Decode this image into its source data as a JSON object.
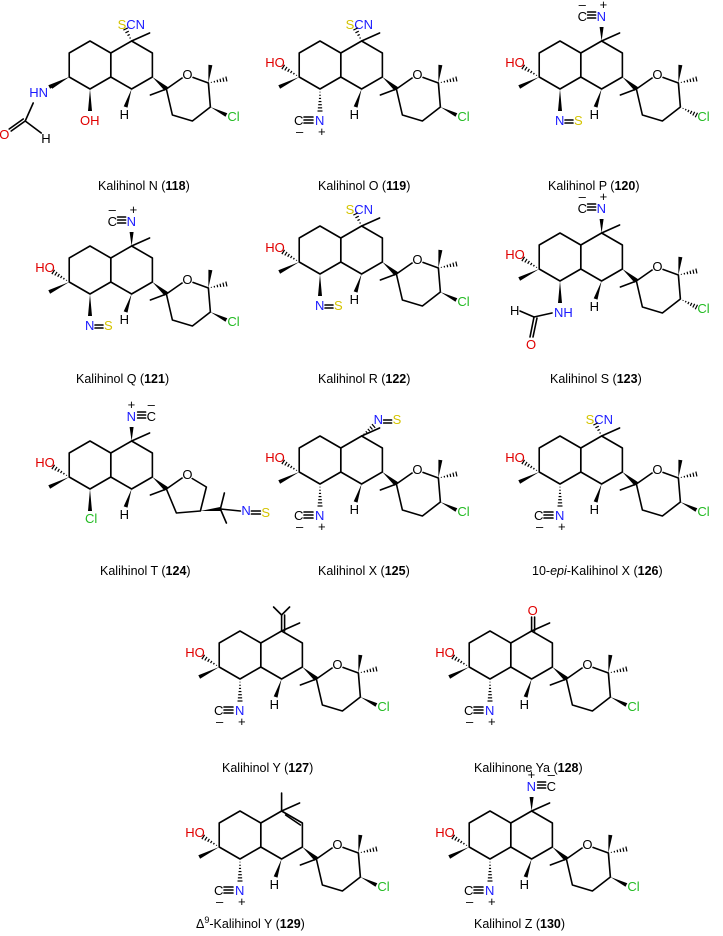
{
  "colors": {
    "bond": "#000000",
    "oxygen": "#e00000",
    "nitrogen": "#1a1aff",
    "sulfur": "#d4c400",
    "chlorine": "#22bb22"
  },
  "compounds": [
    {
      "prefix": "Kalihinol N (",
      "number": "118",
      "suffix": ")",
      "top_group": "SCN",
      "n_sub": "HN / CHO",
      "oh": "OH",
      "cl": "Cl",
      "h": "H",
      "ring_o": "O"
    },
    {
      "prefix": "Kalihinol O (",
      "number": "119",
      "suffix": ")",
      "top_group": "SCN",
      "oh": "HO",
      "n_sub": "NC",
      "cl": "Cl",
      "h": "H",
      "ring_o": "O"
    },
    {
      "prefix": "Kalihinol P (",
      "number": "120",
      "suffix": ")",
      "top_group": "NC",
      "oh": "HO",
      "n_sub": "NCS",
      "cl": "Cl",
      "h": "H",
      "ring_o": "O"
    },
    {
      "prefix": "Kalihinol Q (",
      "number": "121",
      "suffix": ")",
      "top_group": "NC",
      "oh": "HO",
      "n_sub": "NCS",
      "cl": "Cl",
      "h": "H",
      "ring_o": "O"
    },
    {
      "prefix": "Kalihinol R (",
      "number": "122",
      "suffix": ")",
      "top_group": "SCN",
      "oh": "HO",
      "n_sub": "NCS",
      "cl": "Cl",
      "h": "H",
      "ring_o": "O"
    },
    {
      "prefix": "Kalihinol S (",
      "number": "123",
      "suffix": ")",
      "top_group": "NC",
      "oh": "HO",
      "n_sub": "NHCHO",
      "cl": "Cl",
      "h": "H",
      "ring_o": "O"
    },
    {
      "prefix": "Kalihinol T (",
      "number": "124",
      "suffix": ")",
      "top_group": "NC",
      "oh": "HO",
      "n_sub": "Cl",
      "side": "NCS",
      "h": "H",
      "ring_o": "O"
    },
    {
      "prefix": "Kalihinol X (",
      "number": "125",
      "suffix": ")",
      "top_group": "NCS",
      "oh": "HO",
      "n_sub": "NC",
      "cl": "Cl",
      "h": "H",
      "ring_o": "O"
    },
    {
      "prefix": "10-",
      "italic": "epi",
      "prefix2": "-Kalihinol X (",
      "number": "126",
      "suffix": ")",
      "top_group": "SCN",
      "oh": "HO",
      "n_sub": "NC",
      "cl": "Cl",
      "h": "H",
      "ring_o": "O"
    },
    {
      "prefix": "Kalihinol Y (",
      "number": "127",
      "suffix": ")",
      "oh": "HO",
      "n_sub": "NC",
      "cl": "Cl",
      "h": "H",
      "ring_o": "O"
    },
    {
      "prefix": "Kalihinone Ya (",
      "number": "128",
      "suffix": ")",
      "top_group": "O",
      "oh": "HO",
      "n_sub": "NC",
      "cl": "Cl",
      "h": "H",
      "ring_o": "O"
    },
    {
      "prefix": "Δ",
      "sup": "9",
      "prefix2": "-Kalihinol Y (",
      "number": "129",
      "suffix": ")",
      "oh": "HO",
      "n_sub": "NC",
      "cl": "Cl",
      "h": "H",
      "ring_o": "O"
    },
    {
      "prefix": "Kalihinol Z (",
      "number": "130",
      "suffix": ")",
      "top_group": "NC",
      "oh": "HO",
      "n_sub": "NC",
      "cl": "Cl",
      "h": "H",
      "ring_o": "O"
    }
  ]
}
